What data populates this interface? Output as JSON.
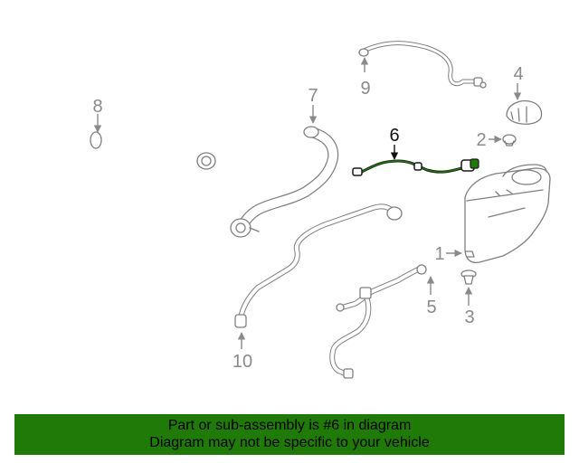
{
  "callouts": {
    "c1": "1",
    "c2": "2",
    "c3": "3",
    "c4": "4",
    "c5": "5",
    "c6": "6",
    "c7": "7",
    "c8": "8",
    "c9": "9",
    "c10": "10"
  },
  "highlight": {
    "part_number": "6",
    "color": "#1f7a08"
  },
  "banner": {
    "line1": "Part or sub-assembly is #6 in diagram",
    "line2": "Diagram may not be specific to your vehicle",
    "background": "#1f7a08"
  }
}
